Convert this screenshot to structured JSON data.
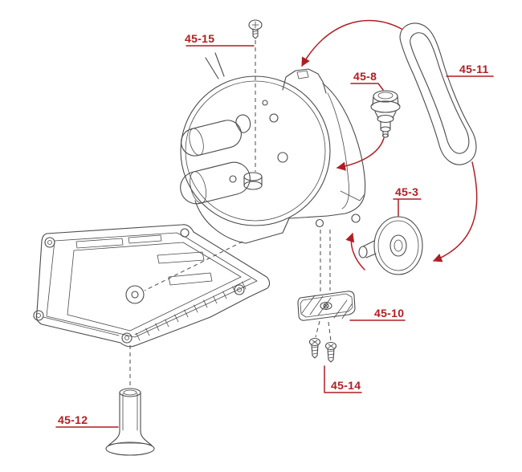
{
  "diagram": {
    "colors": {
      "accent_color": "#b21d22",
      "line_color": "#4a4a4a"
    },
    "labels": [
      {
        "id": "45-15",
        "text": "45-15"
      },
      {
        "id": "45-11",
        "text": "45-11"
      },
      {
        "id": "45-8",
        "text": "45-8"
      },
      {
        "id": "45-3",
        "text": "45-3"
      },
      {
        "id": "45-10",
        "text": "45-10"
      },
      {
        "id": "45-14",
        "text": "45-14"
      },
      {
        "id": "45-12",
        "text": "45-12"
      }
    ]
  }
}
